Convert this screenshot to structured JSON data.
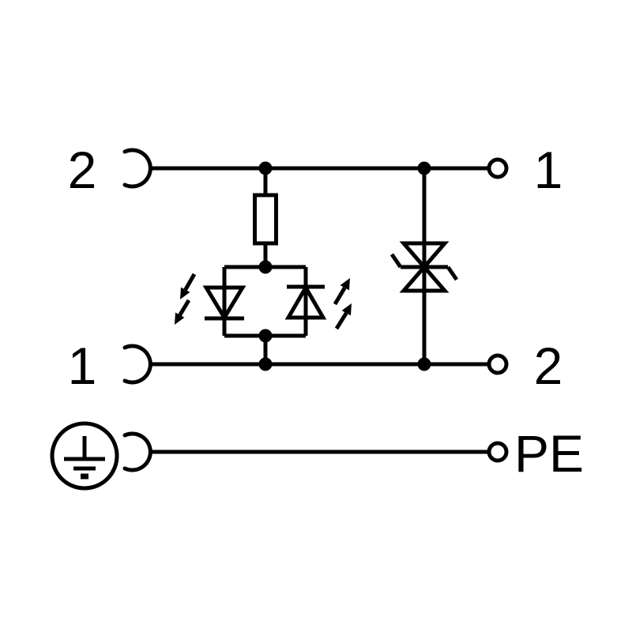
{
  "diagram": {
    "kind": "connector-circuit-schematic",
    "colors": {
      "stroke": "#000000",
      "background": "#ffffff"
    },
    "labels": {
      "top_left": "2",
      "top_right": "1",
      "middle_left": "1",
      "middle_right": "2",
      "pe_right": "PE"
    },
    "icons": [
      "socket-contact-icon",
      "terminal-circle-icon",
      "resistor-icon",
      "led-icon",
      "light-emission-arrow-icon",
      "suppressor-diode-icon",
      "protective-earth-icon",
      "junction-dot"
    ]
  }
}
